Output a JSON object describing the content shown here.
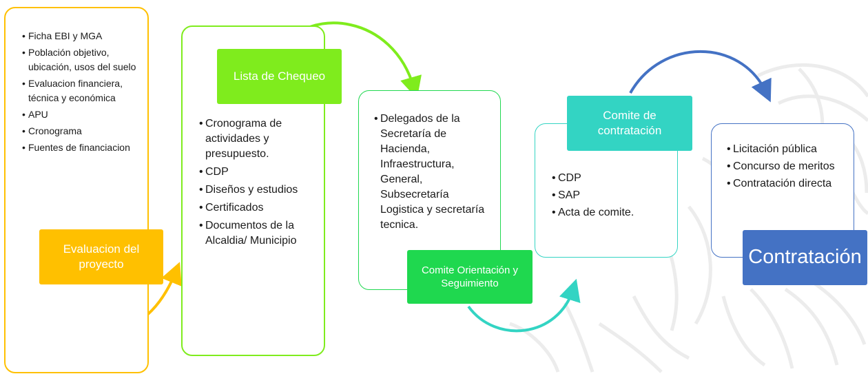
{
  "colors": {
    "yellow": "#ffc000",
    "light_green": "#7fec1d",
    "green": "#1fd84f",
    "teal": "#33d4c3",
    "blue": "#4472c4"
  },
  "stages": [
    {
      "label": "Evaluacion del proyecto",
      "items": [
        "Ficha EBI y MGA",
        "Población objetivo, ubicación, usos del suelo",
        "Evaluacion financiera, técnica y económica",
        "APU",
        "Cronograma",
        "Fuentes de financiacion"
      ]
    },
    {
      "label": "Lista de Chequeo",
      "items": [
        "Cronograma de actividades y presupuesto.",
        "CDP",
        "Diseños y estudios",
        "Certificados",
        "Documentos de la Alcaldia/ Municipio"
      ]
    },
    {
      "label": "Comite Orientación y Seguimiento",
      "items": [
        "Delegados de la Secretaría de Hacienda, Infraestructura, General, Subsecretaría Logistica y secretaría tecnica."
      ]
    },
    {
      "label": "Comite de contratación",
      "items": [
        "CDP",
        "SAP",
        "Acta de comite."
      ]
    },
    {
      "label": "Contratación",
      "items": [
        "Licitación pública",
        "Concurso de meritos",
        "Contratación directa"
      ]
    }
  ]
}
